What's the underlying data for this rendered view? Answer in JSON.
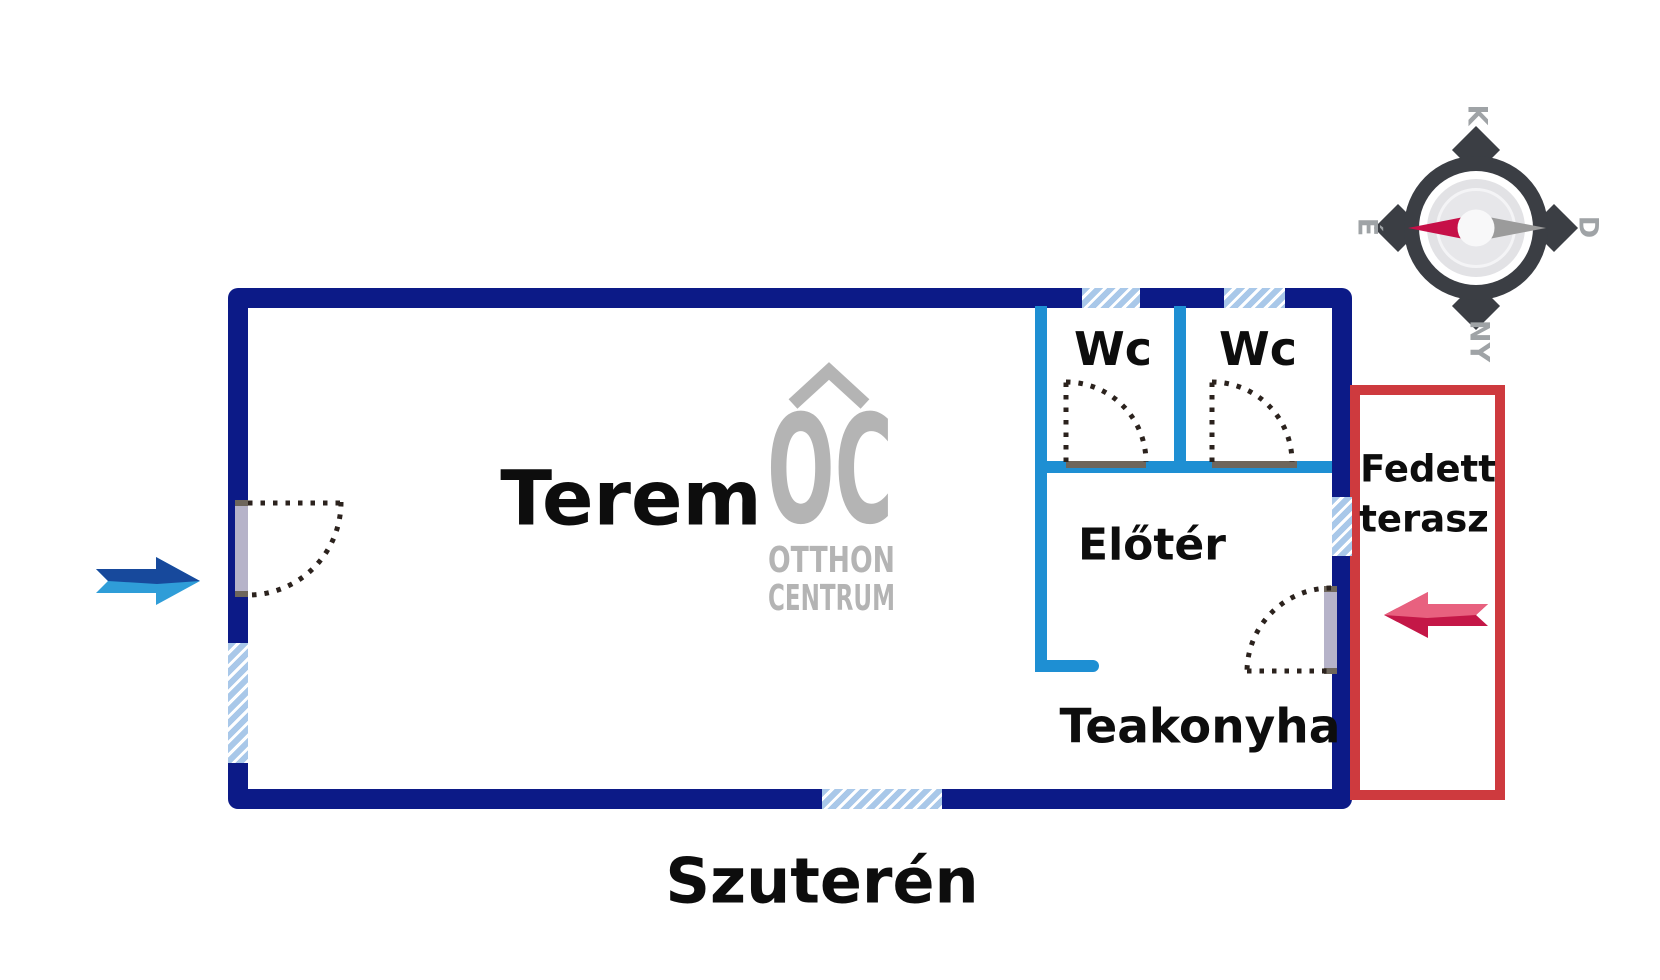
{
  "title": "Szuterén",
  "rooms": {
    "terem": "Terem",
    "wc1": "Wc",
    "wc2": "Wc",
    "eloter": "Előtér",
    "teakonyha": "Teakonyha",
    "terasz_line1": "Fedett",
    "terasz_line2": "terasz"
  },
  "logo": {
    "oc": "OC",
    "line1": "OTTHON",
    "line2": "CENTRUM"
  },
  "compass": {
    "top": "K",
    "right": "D",
    "bottom": "NY",
    "left": "É"
  },
  "icons": {
    "entrance_arrow": "blue-arrow-right",
    "terrace_arrow": "red-arrow-left",
    "compass_needle": "north-pointing-left"
  },
  "colors": {
    "wall_navy": "#0c1a87",
    "interior_wall_blue": "#1e8fd3",
    "window_hatch_blue": "#a9c8e9",
    "terrace_red": "#ce3a3e",
    "arrow_blue_dark": "#17499c",
    "arrow_blue_light": "#2f9dd8",
    "arrow_red_dark": "#c41747",
    "arrow_red_light": "#e8617f",
    "door_leaf": "#b6b3c9",
    "door_sill": "#6e665c",
    "logo_gray": "#b4b4b4",
    "compass_ring": "#3b3e44",
    "compass_label_gray": "#9fa3a6",
    "text_black": "#0d0d0d"
  }
}
